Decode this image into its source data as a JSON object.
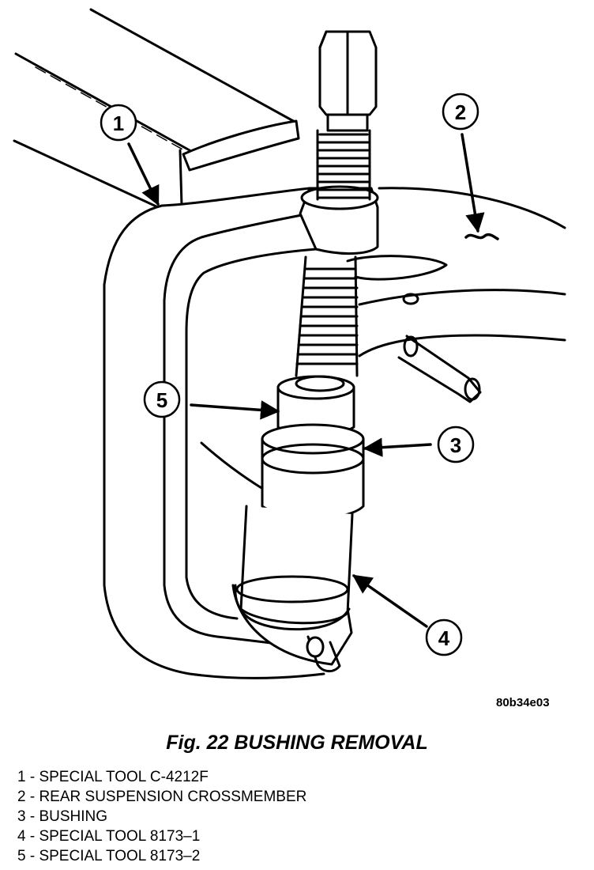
{
  "figure": {
    "code": "80b34e03",
    "caption": "Fig. 22 BUSHING REMOVAL"
  },
  "callouts": [
    "1",
    "2",
    "3",
    "4",
    "5"
  ],
  "legend": [
    "1 - SPECIAL TOOL C-4212F",
    "2 - REAR SUSPENSION CROSSMEMBER",
    "3 - BUSHING",
    "4 - SPECIAL TOOL 8173–1",
    "5 - SPECIAL TOOL 8173–2"
  ]
}
